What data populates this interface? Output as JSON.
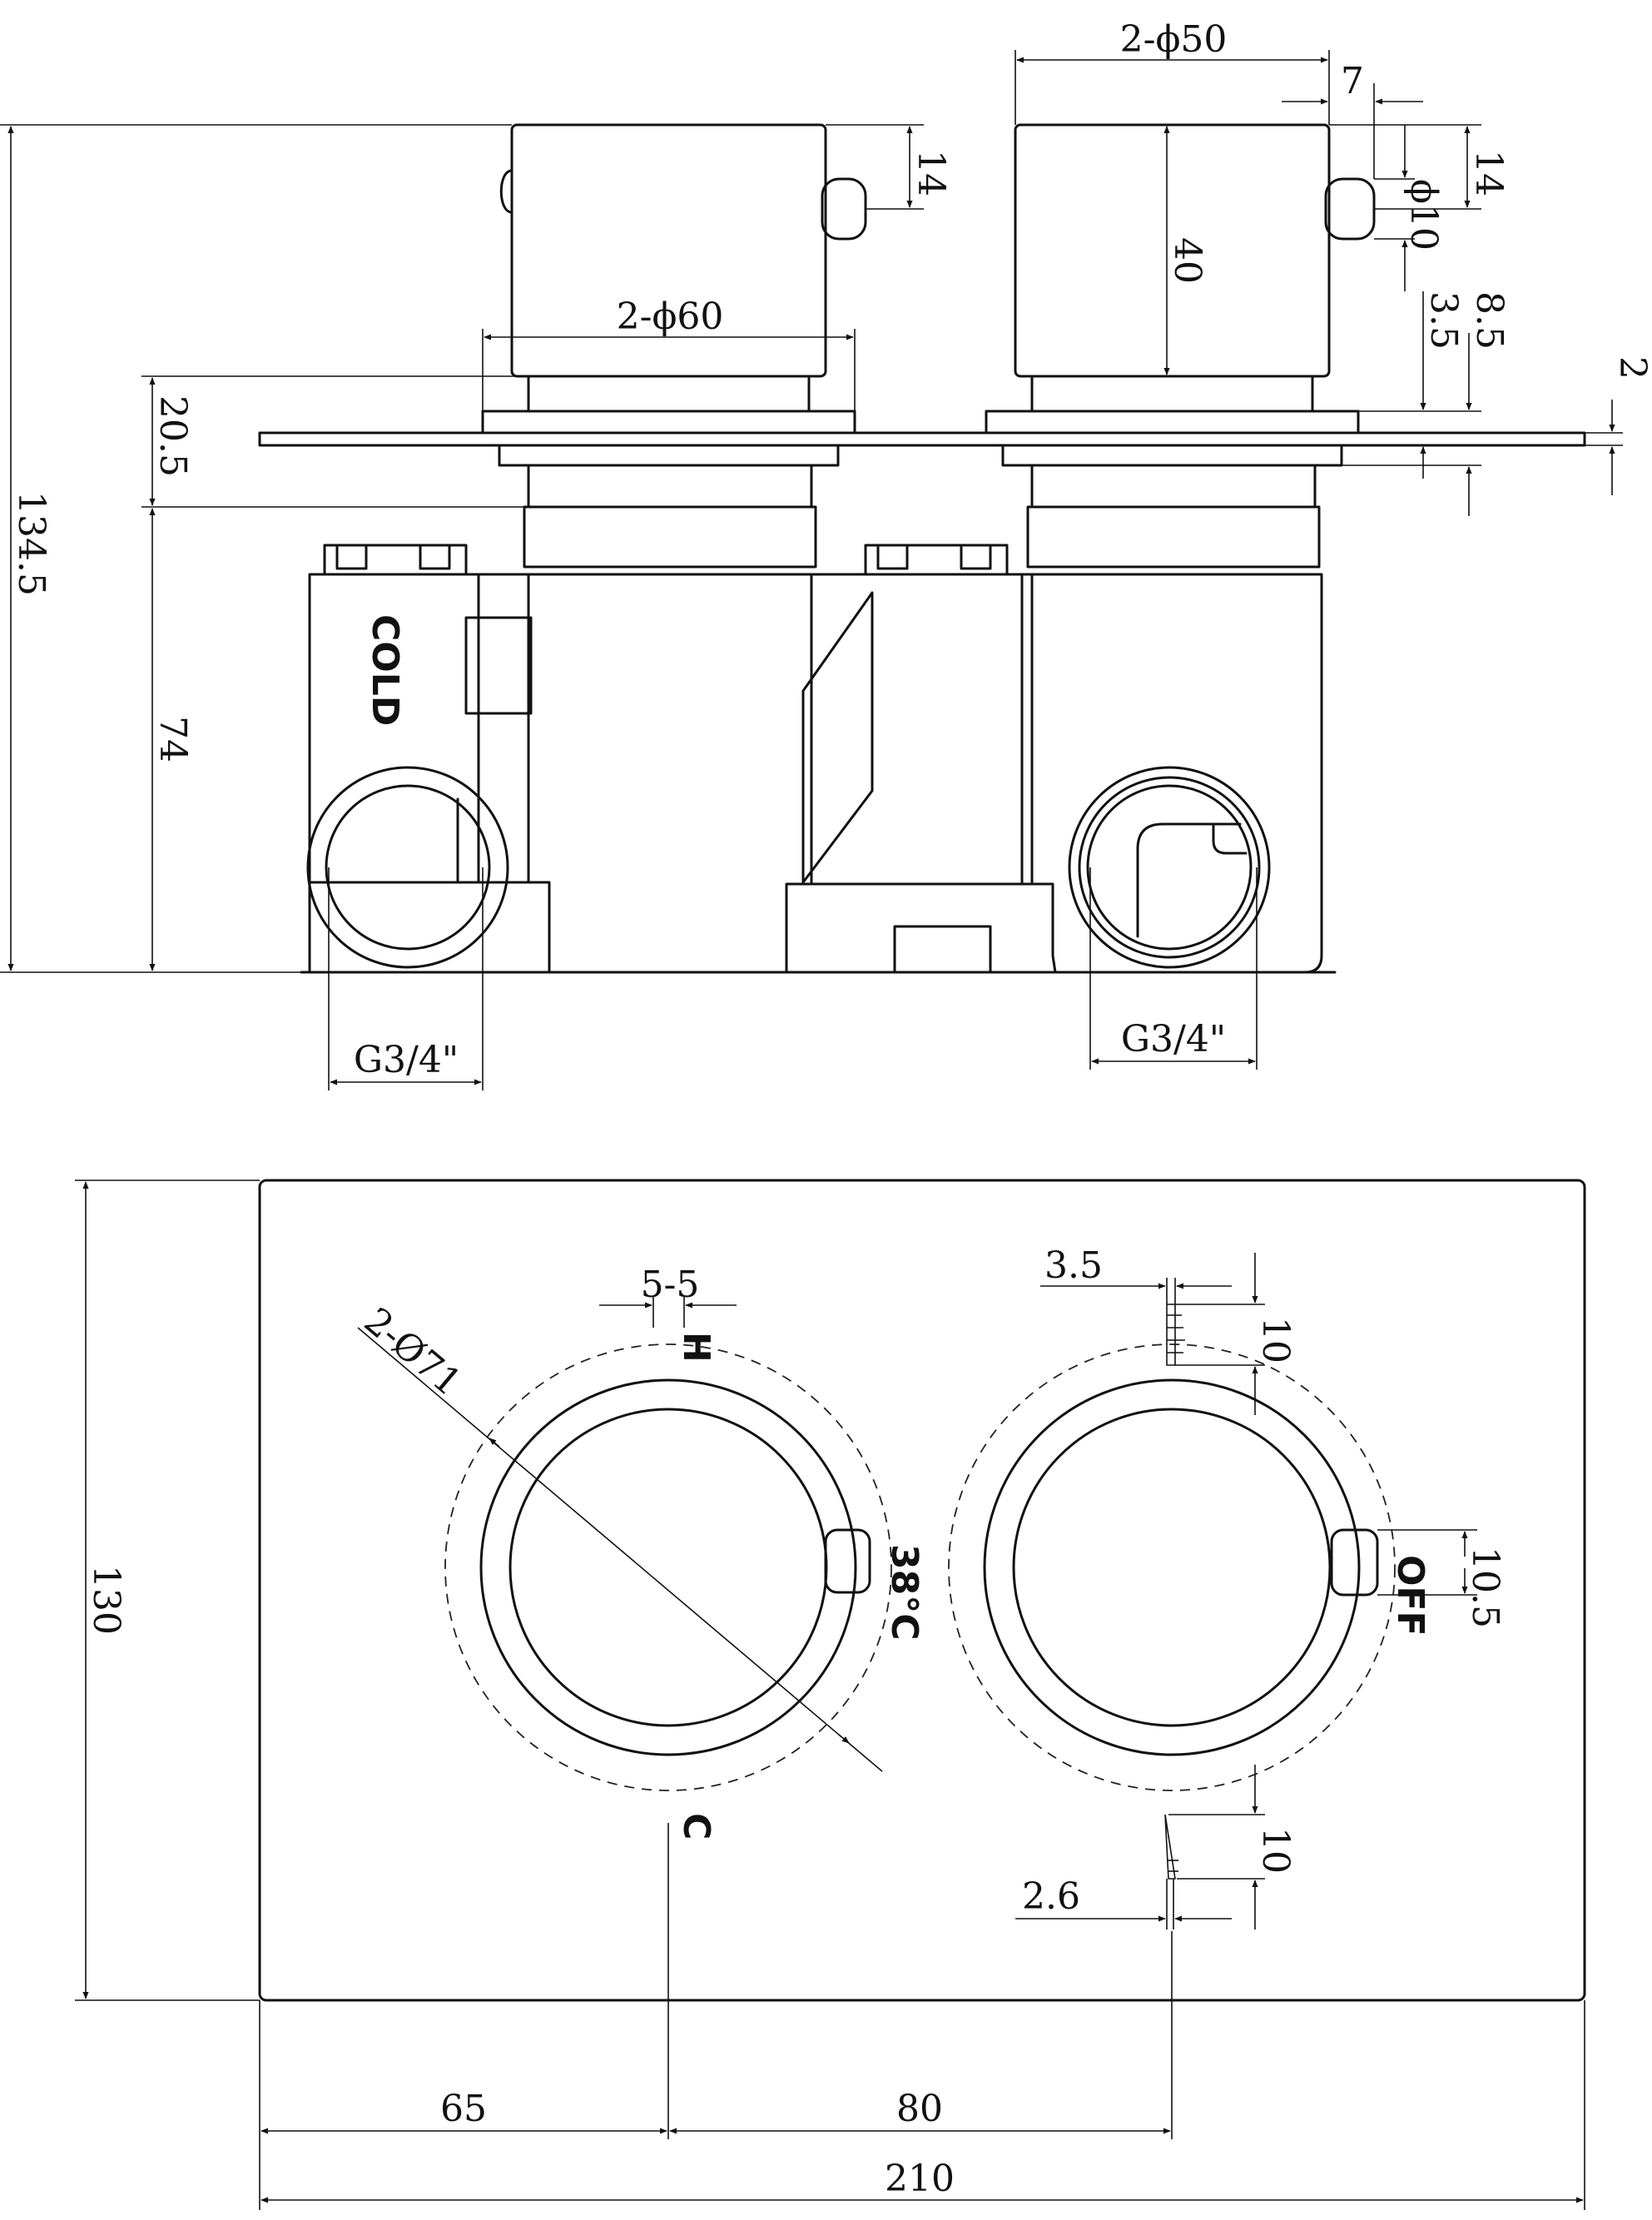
{
  "labels": {
    "cold": "COLD",
    "hot_mark": "H",
    "cold_mark": "C",
    "temp_mark": "38°C",
    "off_mark": "OFF"
  },
  "dimensions": {
    "d_2phi50": "2-ϕ50",
    "d_7": "7",
    "d_14_left": "14",
    "d_14_right": "14",
    "d_phi10": "ϕ10",
    "d_40": "40",
    "d_2phi60": "2-ϕ60",
    "d_8_5": "8.5",
    "d_3_5_top": "3.5",
    "d_2": "2",
    "d_20_5": "20.5",
    "d_134_5": "134.5",
    "d_74": "74",
    "d_g34_left": "G3/4\"",
    "d_g34_right": "G3/4\"",
    "d_130": "130",
    "d_5_5": "5-5",
    "d_2phi71": "2-Ø71",
    "d_3_5_front": "3.5",
    "d_10_top": "10",
    "d_10_5": "10.5",
    "d_10_bottom": "10",
    "d_2_6": "2.6",
    "d_65": "65",
    "d_80": "80",
    "d_210": "210"
  }
}
